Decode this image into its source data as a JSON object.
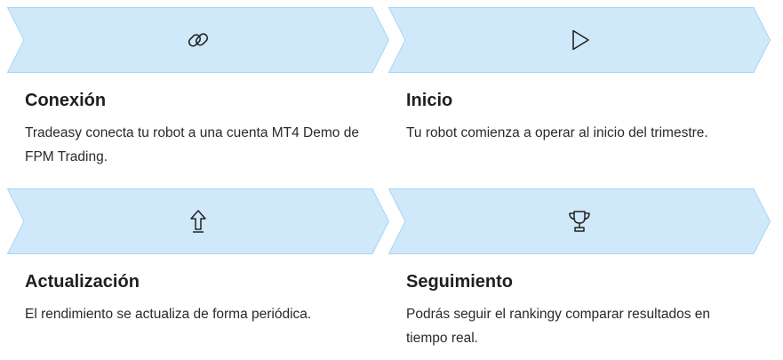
{
  "colors": {
    "chevron_fill": "#cfe9fb",
    "chevron_stroke": "#a9d4f0",
    "icon_stroke": "#222222",
    "title_text": "#1f1f1f"
  },
  "steps": [
    {
      "icon": "link-icon",
      "title": "Conexión",
      "description": "Tradeasy conecta tu robot a una cuenta MT4 Demo de FPM Trading."
    },
    {
      "icon": "play-icon",
      "title": "Inicio",
      "description": "Tu robot comienza a operar al inicio del trimestre."
    },
    {
      "icon": "arrow-up-icon",
      "title": "Actualización",
      "description": "El rendimiento se actualiza de forma periódica."
    },
    {
      "icon": "trophy-icon",
      "title": "Seguimiento",
      "description": "Podrás seguir el rankingy comparar resultados en tiempo real."
    }
  ]
}
